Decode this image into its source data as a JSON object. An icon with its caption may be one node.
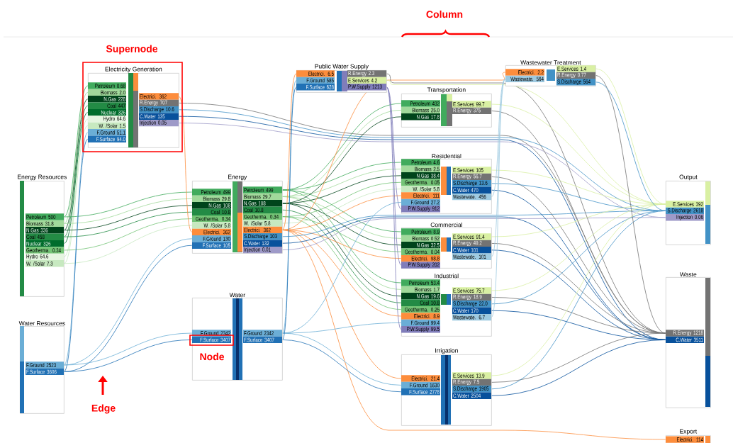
{
  "diagram": {
    "nodes": [
      {
        "text": [
          "Energy Resources"
        ]
      },
      {
        "text": [
          "Petroleum 500"
        ],
        "in": 0
      },
      {
        "text": [
          "Biomass 31.8"
        ],
        "in": 0
      },
      {
        "text": [
          "N.Gas 336"
        ],
        "in": 0
      },
      {
        "text": [
          "Coal 458"
        ],
        "in": 0
      },
      {
        "text": [
          "Nuclear 326"
        ],
        "in": 0
      },
      {
        "text": [
          "Geotherma. 0.34"
        ],
        "in": 0
      },
      {
        "text": [
          "Hydro 64.6"
        ],
        "in": 0
      },
      {
        "text": [
          "W. /Solar 7.3"
        ],
        "in": 0
      },
      {
        "text": [
          "Water Resources"
        ]
      },
      {
        "text": [
          "F.Ground 2523"
        ],
        "in": 9
      },
      {
        "text": [
          "F.Surface 3606"
        ],
        "in": 9
      },
      {
        "text": [
          "Electricity Generation"
        ]
      },
      {
        "text": [
          "Petroleum 0.68"
        ],
        "in": 12
      },
      {
        "text": [
          "Biomass 2.0"
        ],
        "in": 12
      },
      {
        "text": [
          "N.Gas 228"
        ],
        "in": 12
      },
      {
        "text": [
          "Coal 447"
        ],
        "in": 12
      },
      {
        "text": [
          "Nuclear 326"
        ],
        "in": 12
      },
      {
        "text": [
          "Hydro 64.6"
        ],
        "in": 12
      },
      {
        "text": [
          "W. /Solar 1.5"
        ],
        "in": 12
      },
      {
        "text": [
          "F.Ground 51.1"
        ],
        "in": 12
      },
      {
        "text": [
          "F.Surface 94.0"
        ],
        "in": 12
      },
      {
        "text": [
          "Electrici. 362"
        ],
        "in": 12
      },
      {
        "text": [
          "R.Energy 707"
        ],
        "in": 12
      },
      {
        "text": [
          "S.Discharge 10.6"
        ],
        "in": 12
      },
      {
        "text": [
          "C.Water 135"
        ],
        "in": 12
      },
      {
        "text": [
          "Injection 0.05"
        ],
        "in": 12
      },
      {
        "text": [
          "Energy"
        ]
      },
      {
        "text": [
          "Petroleum 499"
        ],
        "in": 27
      },
      {
        "text": [
          "Biomass 29.8"
        ],
        "in": 27
      },
      {
        "text": [
          "N.Gas 108"
        ],
        "in": 27
      },
      {
        "text": [
          "Coal 10.8"
        ],
        "in": 27
      },
      {
        "text": [
          "Geotherma. 0.34"
        ],
        "in": 27
      },
      {
        "text": [
          "W. /Solar 5.8"
        ],
        "in": 27
      },
      {
        "text": [
          "Electrici. 362"
        ],
        "in": 27
      },
      {
        "text": [
          "F.Ground 130"
        ],
        "in": 27
      },
      {
        "text": [
          "F.Surface 105"
        ],
        "in": 27
      },
      {
        "text": [
          "Petroleum 499"
        ],
        "in": 27
      },
      {
        "text": [
          "Biomass 29.7"
        ],
        "in": 27
      },
      {
        "text": [
          "N.Gas 108"
        ],
        "in": 27
      },
      {
        "text": [
          "Coal 10.8"
        ],
        "in": 27
      },
      {
        "text": [
          "Geotherma. 0.34"
        ],
        "in": 27
      },
      {
        "text": [
          "W. /Solar 5.8"
        ],
        "in": 27
      },
      {
        "text": [
          "Electrici. 362"
        ],
        "in": 27
      },
      {
        "text": [
          "S.Discharge 103"
        ],
        "in": 27
      },
      {
        "text": [
          "C.Water 132"
        ],
        "in": 27
      },
      {
        "text": [
          "Injection 0.01"
        ],
        "in": 27
      },
      {
        "text": [
          "Water"
        ]
      },
      {
        "text": [
          "F.Ground 2342"
        ],
        "in": 47
      },
      {
        "text": [
          "F.Surface 3407"
        ],
        "in": 47
      },
      {
        "text": [
          "F.Ground 2342"
        ],
        "in": 47
      },
      {
        "text": [
          "F.Surface 3407"
        ],
        "in": 47
      },
      {
        "text": [
          "Public Water Supply"
        ]
      },
      {
        "text": [
          "Electrici. 6.5"
        ],
        "in": 52
      },
      {
        "text": [
          "F.Ground 585"
        ],
        "in": 52
      },
      {
        "text": [
          "F.Surface 628"
        ],
        "in": 52
      },
      {
        "text": [
          "R.Energy 2.3"
        ],
        "in": 52
      },
      {
        "text": [
          "E.Services 4.2"
        ],
        "in": 52
      },
      {
        "text": [
          "P.W.Supply 1213"
        ],
        "in": 52
      },
      {
        "text": [
          "Transportation"
        ]
      },
      {
        "text": [
          "Petroleum 432"
        ],
        "in": 59
      },
      {
        "text": [
          "Biomass 25.0"
        ],
        "in": 59
      },
      {
        "text": [
          "N.Gas 17.8"
        ],
        "in": 59
      },
      {
        "text": [
          "E.Services 99.7"
        ],
        "in": 59
      },
      {
        "text": [
          "R.Energy 375"
        ],
        "in": 59
      },
      {
        "text": [
          "Residential"
        ]
      },
      {
        "text": [
          "Petroleum 4.6"
        ],
        "in": 65
      },
      {
        "text": [
          "Biomass 2.5"
        ],
        "in": 65
      },
      {
        "text": [
          "N.Gas 38.4"
        ],
        "in": 65
      },
      {
        "text": [
          "Geotherma. 0.05"
        ],
        "in": 65
      },
      {
        "text": [
          "W. /Solar 5.8"
        ],
        "in": 65
      },
      {
        "text": [
          "Electrici. 111"
        ],
        "in": 65
      },
      {
        "text": [
          "F.Ground 27.2"
        ],
        "in": 65
      },
      {
        "text": [
          "P.W.Supply 912"
        ],
        "in": 65
      },
      {
        "text": [
          "E.Services 105"
        ],
        "in": 65
      },
      {
        "text": [
          "R.Energy 56.7"
        ],
        "in": 65
      },
      {
        "text": [
          "S.Discharge 13.6"
        ],
        "in": 65
      },
      {
        "text": [
          "C.Water 470"
        ],
        "in": 65
      },
      {
        "text": [
          "Wastewate. 456"
        ],
        "in": 65
      },
      {
        "text": [
          "Commercial"
        ]
      },
      {
        "text": [
          "Petroleum 8.9"
        ],
        "in": 79
      },
      {
        "text": [
          "Biomass 0.52"
        ],
        "in": 79
      },
      {
        "text": [
          "N.Gas 32.5"
        ],
        "in": 79
      },
      {
        "text": [
          "Geotherma. 0.04"
        ],
        "in": 79
      },
      {
        "text": [
          "Electrici. 98.8"
        ],
        "in": 79
      },
      {
        "text": [
          "P.W.Supply 202"
        ],
        "in": 79
      },
      {
        "text": [
          "E.Services 91.4"
        ],
        "in": 79
      },
      {
        "text": [
          "R.Energy 49.2"
        ],
        "in": 79
      },
      {
        "text": [
          "C.Water 101"
        ],
        "in": 79
      },
      {
        "text": [
          "Wastewate. 101"
        ],
        "in": 79
      },
      {
        "text": [
          "Industrial"
        ]
      },
      {
        "text": [
          "Petroleum 53.4"
        ],
        "in": 90
      },
      {
        "text": [
          "Biomass 1.7"
        ],
        "in": 90
      },
      {
        "text": [
          "N.Gas 19.6"
        ],
        "in": 90
      },
      {
        "text": [
          "Coal 10.8"
        ],
        "in": 90
      },
      {
        "text": [
          "Geotherma. 0.25"
        ],
        "in": 90
      },
      {
        "text": [
          "Electrici. 8.9"
        ],
        "in": 90
      },
      {
        "text": [
          "F.Ground 99.4"
        ],
        "in": 90
      },
      {
        "text": [
          "P.W.Supply 99.5"
        ],
        "in": 90
      },
      {
        "text": [
          "E.Services 75.7"
        ],
        "in": 90
      },
      {
        "text": [
          "R.Energy 18.9"
        ],
        "in": 90
      },
      {
        "text": [
          "S.Discharge 22.0"
        ],
        "in": 90
      },
      {
        "text": [
          "C.Water 170"
        ],
        "in": 90
      },
      {
        "text": [
          "Wastewate. 6.7"
        ],
        "in": 90
      },
      {
        "text": [
          "Irrigation"
        ]
      },
      {
        "text": [
          "Electrici. 21.4"
        ],
        "in": 104
      },
      {
        "text": [
          "F.Ground 1630"
        ],
        "in": 104
      },
      {
        "text": [
          "F.Surface 2778"
        ],
        "in": 104
      },
      {
        "text": [
          "E.Services 13.9"
        ],
        "in": 104
      },
      {
        "text": [
          "R.Energy 7.5"
        ],
        "in": 104
      },
      {
        "text": [
          "S.Discharge 1905"
        ],
        "in": 104
      },
      {
        "text": [
          "C.Water 2504"
        ],
        "in": 104
      },
      {
        "text": [
          "Wastewater Treatment"
        ]
      },
      {
        "text": [
          "Electrici. 2.2"
        ],
        "in": 112
      },
      {
        "text": [
          "Wastewate. 564"
        ],
        "in": 112
      },
      {
        "text": [
          "E.Services 1.4"
        ],
        "in": 112
      },
      {
        "text": [
          "R.Energy 0.77"
        ],
        "in": 112
      },
      {
        "text": [
          "S.Discharge 564"
        ],
        "in": 112
      },
      {
        "text": [
          "Output"
        ]
      },
      {
        "text": [
          "E.Services 392"
        ],
        "in": 118
      },
      {
        "text": [
          "S.Discharge 2618"
        ],
        "in": 118
      },
      {
        "text": [
          "Injection 0.06"
        ],
        "in": 118
      },
      {
        "text": [
          "Waste"
        ]
      },
      {
        "text": [
          "R.Energy 1218"
        ],
        "in": 122
      },
      {
        "text": [
          "C.Water 3511"
        ],
        "in": 122
      },
      {
        "text": [
          "Export"
        ]
      },
      {
        "text": [
          "Electrici. 114"
        ],
        "in": 125
      }
    ],
    "edges": [
      {
        "from": 1,
        "to": 13,
        "arrow": "none",
        "color": "#41ab5d"
      },
      {
        "from": 2,
        "to": 14,
        "arrow": "none",
        "color": "#a1d99b"
      },
      {
        "from": 3,
        "to": 15,
        "arrow": "none",
        "color": "#00441b"
      },
      {
        "from": 4,
        "to": 16,
        "arrow": "none",
        "color": "#238b45"
      },
      {
        "from": 5,
        "to": 17,
        "arrow": "none",
        "color": "#006d2c"
      },
      {
        "from": 7,
        "to": 18,
        "arrow": "none",
        "color": "#c7e9c0"
      },
      {
        "from": 8,
        "to": 19,
        "arrow": "none",
        "color": "#c7e9c0"
      },
      {
        "from": 1,
        "to": 28,
        "arrow": "none",
        "color": "#41ab5d"
      },
      {
        "from": 2,
        "to": 29,
        "arrow": "none",
        "color": "#a1d99b"
      },
      {
        "from": 3,
        "to": 30,
        "arrow": "none",
        "color": "#00441b"
      },
      {
        "from": 4,
        "to": 31,
        "arrow": "none",
        "color": "#238b45"
      },
      {
        "from": 6,
        "to": 32,
        "arrow": "none",
        "color": "#74c476"
      },
      {
        "from": 8,
        "to": 33,
        "arrow": "none",
        "color": "#c7e9c0"
      },
      {
        "from": 10,
        "to": 20,
        "arrow": "none",
        "color": "#6baed6"
      },
      {
        "from": 11,
        "to": 21,
        "arrow": "none",
        "color": "#2171b5"
      },
      {
        "from": 10,
        "to": 35,
        "arrow": "none",
        "color": "#6baed6"
      },
      {
        "from": 11,
        "to": 36,
        "arrow": "none",
        "color": "#2171b5"
      },
      {
        "from": 10,
        "to": 48,
        "arrow": "none",
        "color": "#6baed6"
      },
      {
        "from": 11,
        "to": 49,
        "arrow": "none",
        "color": "#2171b5"
      },
      {
        "from": 22,
        "to": 34,
        "arrow": "none",
        "color": "#fd8d3c"
      },
      {
        "from": 23,
        "to": 123,
        "arrow": "none",
        "color": "#737373"
      },
      {
        "from": 24,
        "to": 120,
        "arrow": "none",
        "color": "#4292c6"
      },
      {
        "from": 25,
        "to": 124,
        "arrow": "none",
        "color": "#08519c"
      },
      {
        "from": 26,
        "to": 121,
        "arrow": "none",
        "color": "#9e9ac8"
      },
      {
        "from": 37,
        "to": 60,
        "arrow": "none",
        "color": "#41ab5d"
      },
      {
        "from": 37,
        "to": 66,
        "arrow": "none",
        "color": "#41ab5d"
      },
      {
        "from": 37,
        "to": 80,
        "arrow": "none",
        "color": "#41ab5d"
      },
      {
        "from": 37,
        "to": 91,
        "arrow": "none",
        "color": "#41ab5d"
      },
      {
        "from": 38,
        "to": 61,
        "arrow": "none",
        "color": "#a1d99b"
      },
      {
        "from": 38,
        "to": 67,
        "arrow": "none",
        "color": "#a1d99b"
      },
      {
        "from": 38,
        "to": 81,
        "arrow": "none",
        "color": "#a1d99b"
      },
      {
        "from": 38,
        "to": 92,
        "arrow": "none",
        "color": "#a1d99b"
      },
      {
        "from": 39,
        "to": 62,
        "arrow": "none",
        "color": "#00441b"
      },
      {
        "from": 39,
        "to": 68,
        "arrow": "none",
        "color": "#00441b"
      },
      {
        "from": 39,
        "to": 82,
        "arrow": "none",
        "color": "#00441b"
      },
      {
        "from": 39,
        "to": 93,
        "arrow": "none",
        "color": "#00441b"
      },
      {
        "from": 40,
        "to": 94,
        "arrow": "none",
        "color": "#238b45"
      },
      {
        "from": 41,
        "to": 69,
        "arrow": "none",
        "color": "#74c476"
      },
      {
        "from": 41,
        "to": 83,
        "arrow": "none",
        "color": "#74c476"
      },
      {
        "from": 41,
        "to": 95,
        "arrow": "none",
        "color": "#74c476"
      },
      {
        "from": 42,
        "to": 70,
        "arrow": "none",
        "color": "#c7e9c0"
      },
      {
        "from": 43,
        "to": 53,
        "arrow": "none",
        "color": "#fd8d3c"
      },
      {
        "from": 43,
        "to": 71,
        "arrow": "none",
        "color": "#fd8d3c"
      },
      {
        "from": 43,
        "to": 84,
        "arrow": "none",
        "color": "#fd8d3c"
      },
      {
        "from": 43,
        "to": 96,
        "arrow": "none",
        "color": "#fd8d3c"
      },
      {
        "from": 43,
        "to": 105,
        "arrow": "none",
        "color": "#fd8d3c"
      },
      {
        "from": 43,
        "to": 113,
        "arrow": "none",
        "color": "#fd8d3c"
      },
      {
        "from": 43,
        "to": 126,
        "arrow": "none",
        "color": "#fd8d3c"
      },
      {
        "from": 44,
        "to": 120,
        "arrow": "none",
        "color": "#4292c6"
      },
      {
        "from": 45,
        "to": 124,
        "arrow": "none",
        "color": "#08519c"
      },
      {
        "from": 46,
        "to": 121,
        "arrow": "none",
        "color": "#9e9ac8"
      },
      {
        "from": 50,
        "to": 54,
        "arrow": "none",
        "color": "#6baed6"
      },
      {
        "from": 50,
        "to": 72,
        "arrow": "none",
        "color": "#6baed6"
      },
      {
        "from": 50,
        "to": 97,
        "arrow": "none",
        "color": "#6baed6"
      },
      {
        "from": 50,
        "to": 106,
        "arrow": "none",
        "color": "#6baed6"
      },
      {
        "from": 51,
        "to": 55,
        "arrow": "none",
        "color": "#2171b5"
      },
      {
        "from": 51,
        "to": 107,
        "arrow": "none",
        "color": "#2171b5"
      },
      {
        "from": 56,
        "to": 123,
        "arrow": "none",
        "color": "#737373"
      },
      {
        "from": 57,
        "to": 119,
        "arrow": "none",
        "color": "#d9f0a3"
      },
      {
        "from": 58,
        "to": 73,
        "arrow": "none",
        "color": "#807dba"
      },
      {
        "from": 58,
        "to": 85,
        "arrow": "none",
        "color": "#807dba"
      },
      {
        "from": 58,
        "to": 98,
        "arrow": "none",
        "color": "#807dba"
      },
      {
        "from": 63,
        "to": 119,
        "arrow": "none",
        "color": "#d9f0a3"
      },
      {
        "from": 64,
        "to": 123,
        "arrow": "none",
        "color": "#737373"
      },
      {
        "from": 74,
        "to": 119,
        "arrow": "none",
        "color": "#d9f0a3"
      },
      {
        "from": 75,
        "to": 123,
        "arrow": "none",
        "color": "#737373"
      },
      {
        "from": 76,
        "to": 120,
        "arrow": "none",
        "color": "#4292c6"
      },
      {
        "from": 77,
        "to": 124,
        "arrow": "none",
        "color": "#08519c"
      },
      {
        "from": 78,
        "to": 114,
        "arrow": "none",
        "color": "#9ecae1"
      },
      {
        "from": 86,
        "to": 119,
        "arrow": "none",
        "color": "#d9f0a3"
      },
      {
        "from": 87,
        "to": 123,
        "arrow": "none",
        "color": "#737373"
      },
      {
        "from": 88,
        "to": 124,
        "arrow": "none",
        "color": "#08519c"
      },
      {
        "from": 89,
        "to": 114,
        "arrow": "none",
        "color": "#9ecae1"
      },
      {
        "from": 99,
        "to": 119,
        "arrow": "none",
        "color": "#d9f0a3"
      },
      {
        "from": 100,
        "to": 123,
        "arrow": "none",
        "color": "#737373"
      },
      {
        "from": 101,
        "to": 120,
        "arrow": "none",
        "color": "#4292c6"
      },
      {
        "from": 102,
        "to": 124,
        "arrow": "none",
        "color": "#08519c"
      },
      {
        "from": 103,
        "to": 114,
        "arrow": "none",
        "color": "#9ecae1"
      },
      {
        "from": 108,
        "to": 119,
        "arrow": "none",
        "color": "#d9f0a3"
      },
      {
        "from": 109,
        "to": 123,
        "arrow": "none",
        "color": "#737373"
      },
      {
        "from": 110,
        "to": 120,
        "arrow": "none",
        "color": "#4292c6"
      },
      {
        "from": 111,
        "to": 124,
        "arrow": "none",
        "color": "#08519c"
      },
      {
        "from": 115,
        "to": 119,
        "arrow": "none",
        "color": "#d9f0a3"
      },
      {
        "from": 116,
        "to": 123,
        "arrow": "none",
        "color": "#737373"
      },
      {
        "from": 117,
        "to": 120,
        "arrow": "none",
        "color": "#4292c6"
      }
    ],
    "labels": [
      "Supernode",
      "Column",
      "Node",
      "Edge"
    ]
  }
}
